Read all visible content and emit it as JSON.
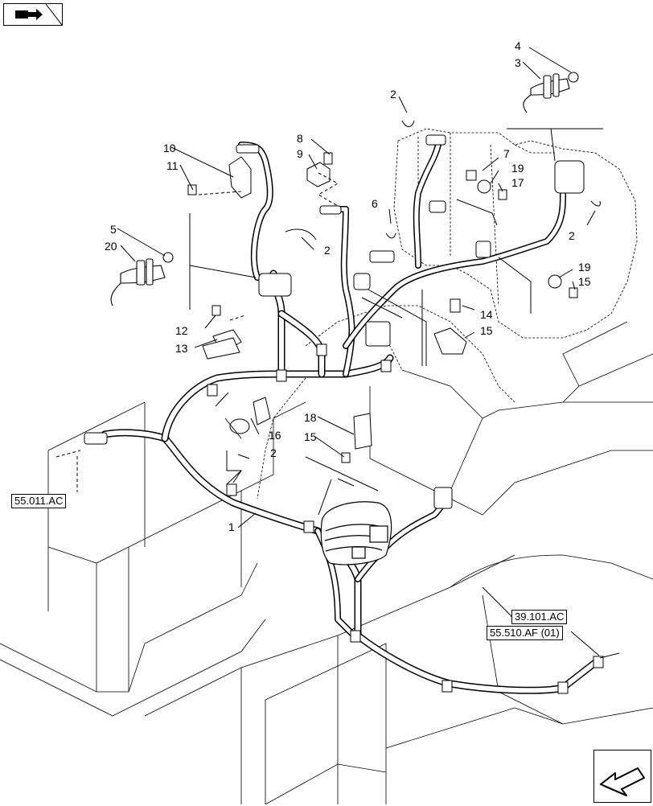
{
  "nav": {
    "top_icon": "book-arrow-icon",
    "bottom_icon": "next-page-arrow-icon"
  },
  "references": {
    "ref_55_011_ac": "55.011.AC",
    "ref_39_101_ac": "39.101.AC",
    "ref_55_510_af": "55.510.AF (01)"
  },
  "callouts": [
    "1",
    "2",
    "2",
    "2",
    "2",
    "3",
    "4",
    "5",
    "6",
    "7",
    "8",
    "9",
    "10",
    "11",
    "12",
    "13",
    "14",
    "15",
    "15",
    "15",
    "16",
    "17",
    "18",
    "19",
    "19",
    "20"
  ]
}
